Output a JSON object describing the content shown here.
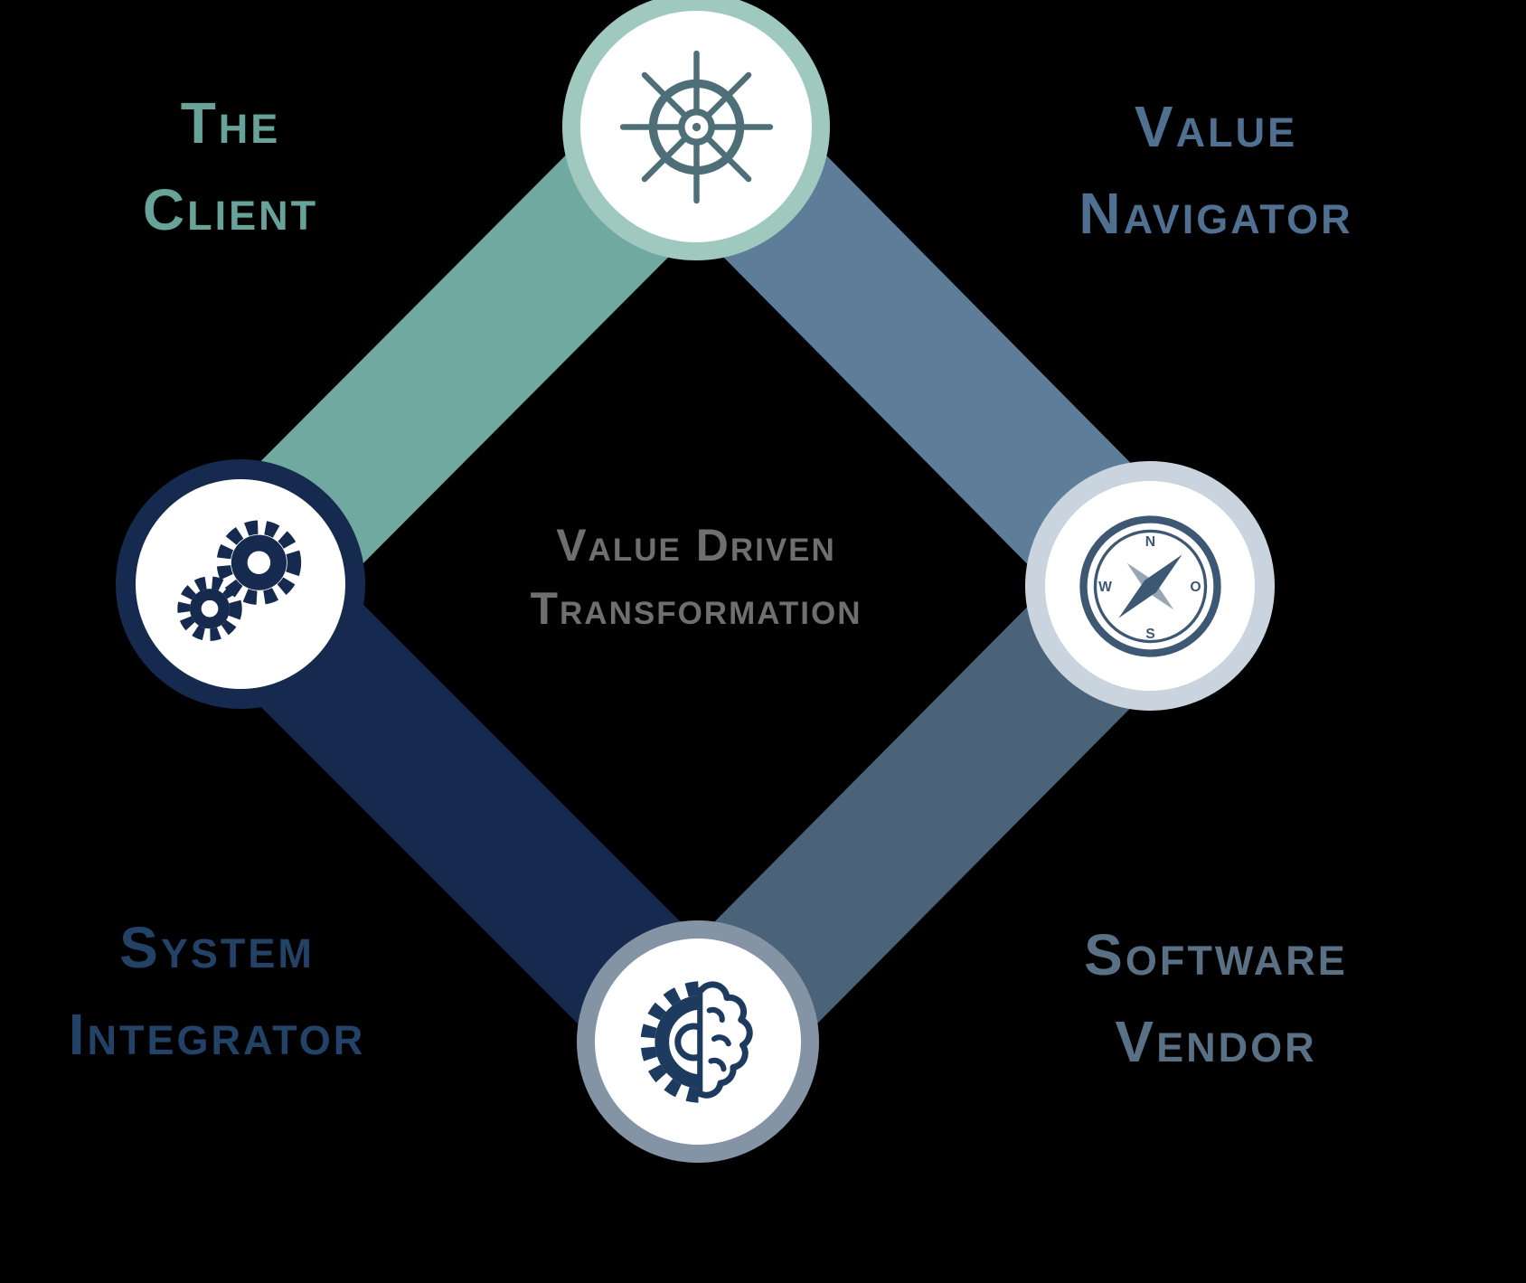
{
  "diagram": {
    "center_title": {
      "line1": "Value Driven",
      "line2": "Transformation"
    },
    "labels": {
      "client": {
        "line1": "The",
        "line2": "Client"
      },
      "value_navigator": {
        "line1": "Value",
        "line2": "Navigator"
      },
      "system_integrator": {
        "line1": "System",
        "line2": "Integrator"
      },
      "software_vendor": {
        "line1": "Software",
        "line2": "Vendor"
      }
    },
    "icons": {
      "client": "helm-icon",
      "value_navigator": "compass-icon",
      "software_vendor": "brain-gear-icon",
      "system_integrator": "gears-icon"
    },
    "compass_points": {
      "n": "N",
      "o": "O",
      "s": "S",
      "w": "W"
    }
  },
  "colors": {
    "bg": "#000000",
    "band_teal": "#70A9A0",
    "band_slate": "#5D7D99",
    "band_darkslate": "#4A6379",
    "band_navy": "#152A4E",
    "ring_client": "#9FC8BF",
    "ring_navigator": "#C9D4DF",
    "ring_vendor": "#8494A4",
    "ring_integrator": "#152A4E",
    "icon_helm": "#4E6E78",
    "icon_compass": "#3D5873",
    "icon_compass_alt": "#97A6B4",
    "icon_brain": "#1D3A5F",
    "icon_gears": "#152A4E",
    "text_client": "#68A39A",
    "text_navigator": "#4F7090",
    "text_integrator": "#234267",
    "text_vendor": "#5A7085",
    "text_center": "#6F6F6F"
  }
}
